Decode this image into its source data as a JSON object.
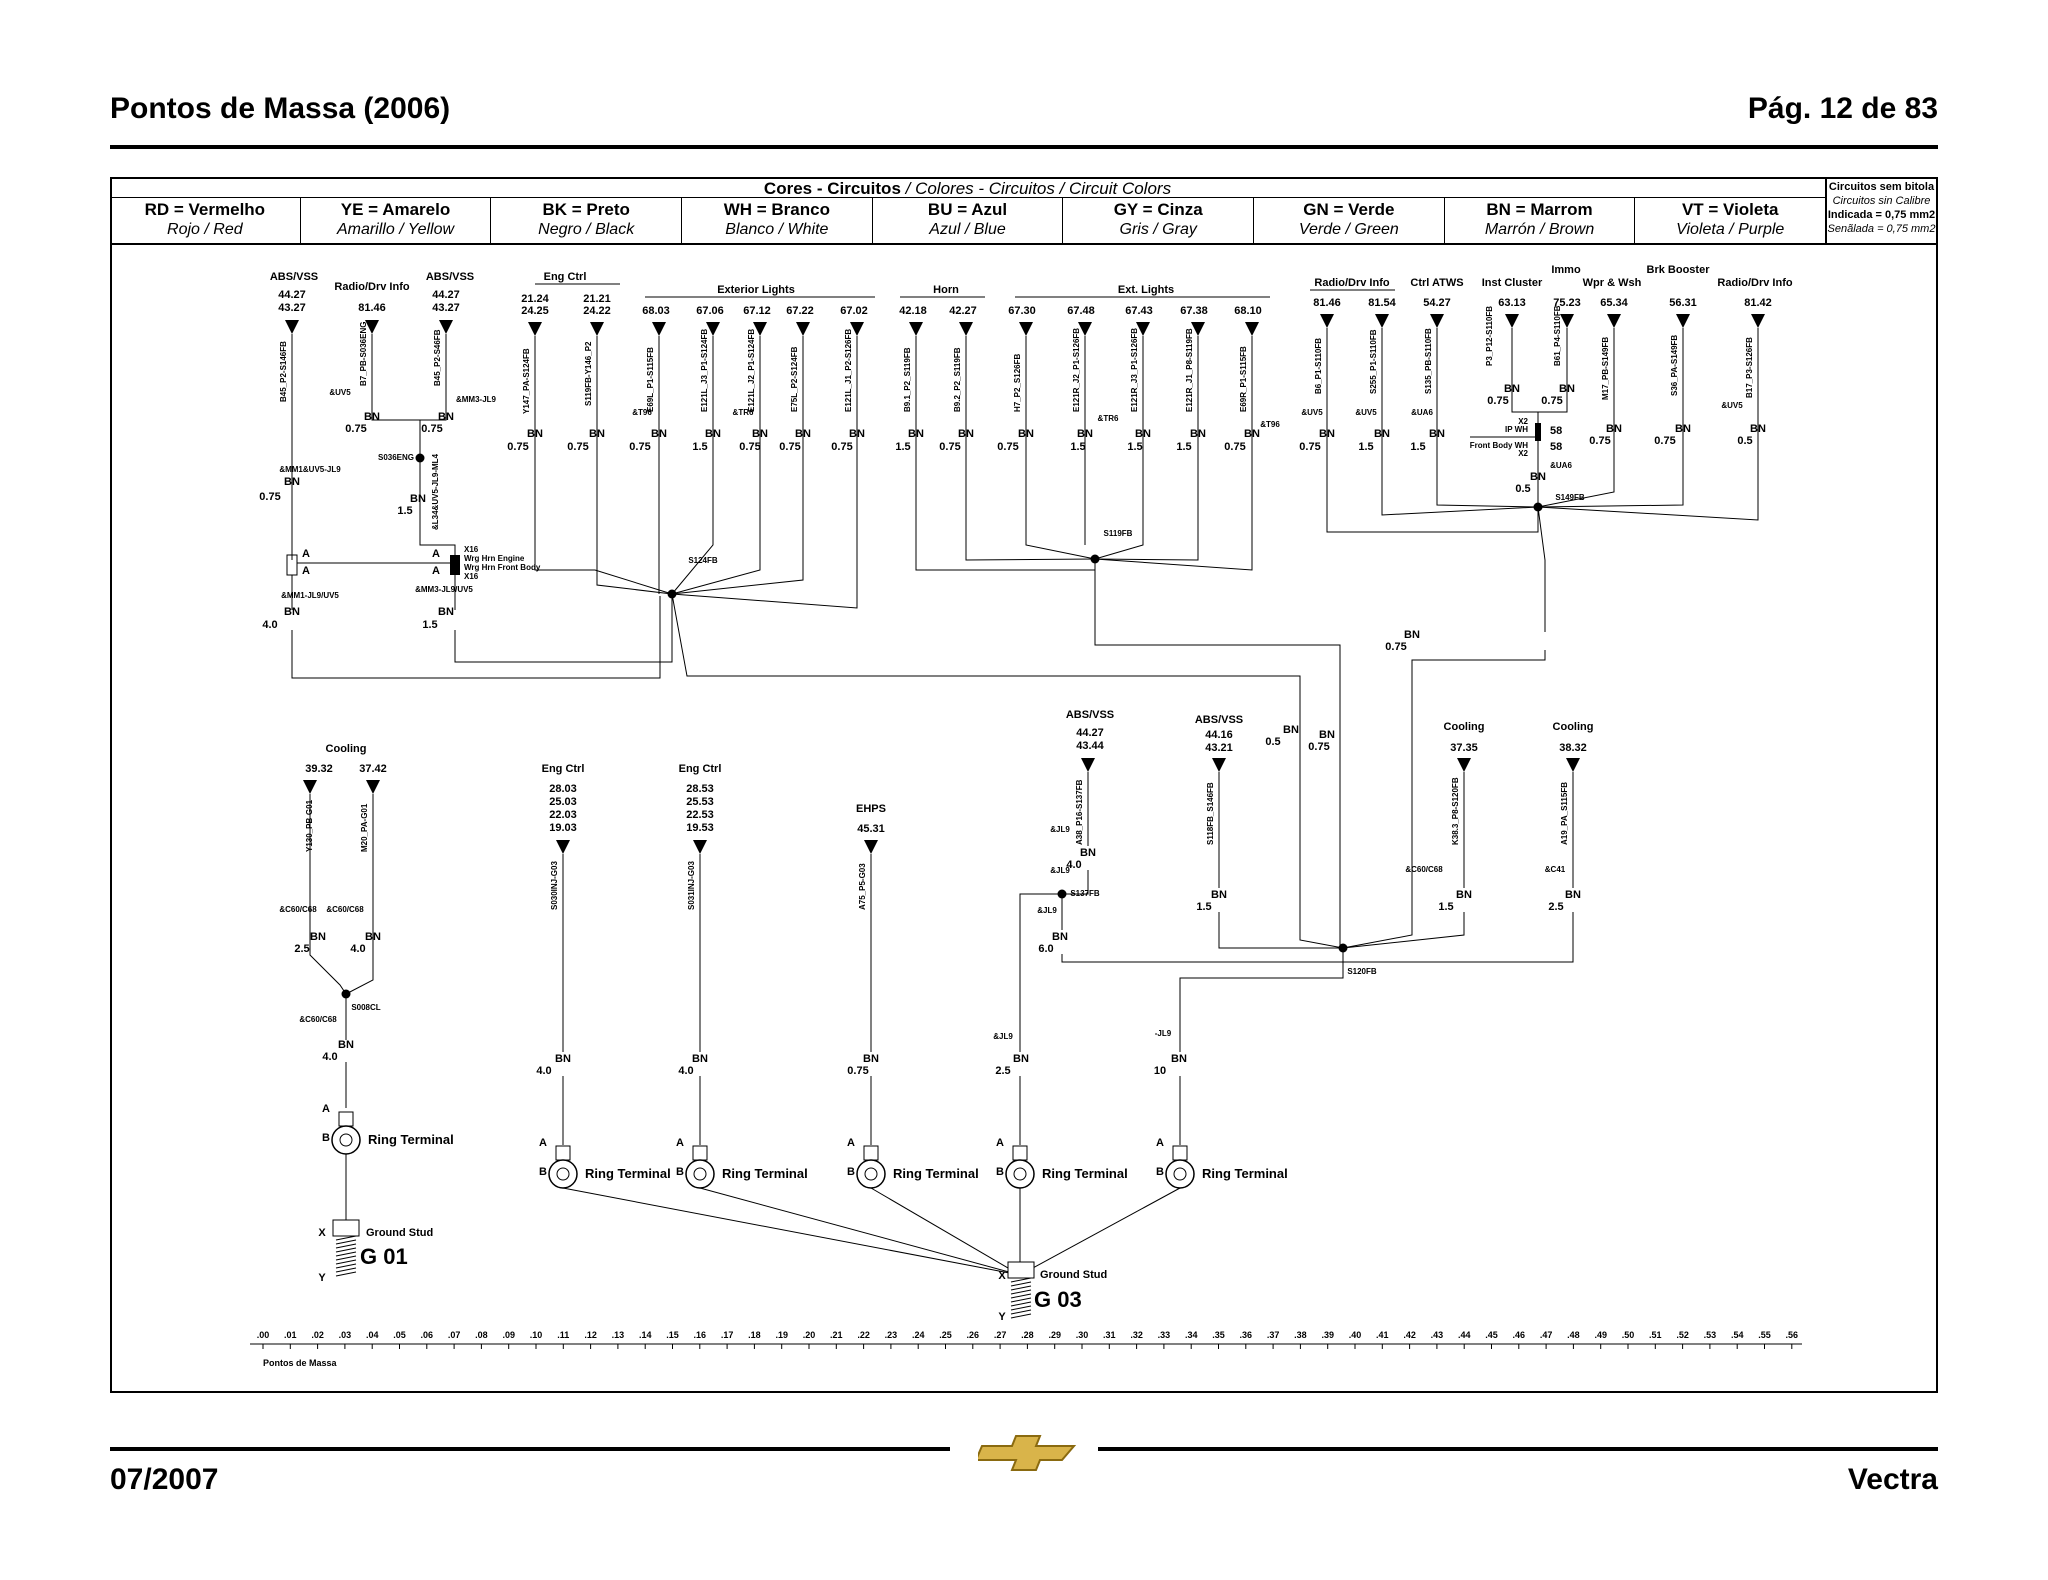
{
  "header": {
    "title": "Pontos de Massa (2006)",
    "page": "Pág. 12 de 83"
  },
  "footer": {
    "date": "07/2007",
    "model": "Vectra"
  },
  "legend": {
    "title_bold": "Cores - Circuitos",
    "title_rest": " / Colores - Circuitos / Circuit Colors",
    "colors": [
      {
        "code": "RD = Vermelho",
        "alt": "Rojo / Red"
      },
      {
        "code": "YE = Amarelo",
        "alt": "Amarillo / Yellow"
      },
      {
        "code": "BK = Preto",
        "alt": "Negro / Black"
      },
      {
        "code": "WH = Branco",
        "alt": "Blanco / White"
      },
      {
        "code": "BU = Azul",
        "alt": "Azul / Blue"
      },
      {
        "code": "GY = Cinza",
        "alt": "Gris / Gray"
      },
      {
        "code": "GN = Verde",
        "alt": "Verde / Green"
      },
      {
        "code": "BN = Marrom",
        "alt": "Marrón / Brown"
      },
      {
        "code": "VT = Violeta",
        "alt": "Violeta / Purple"
      }
    ],
    "calibre": [
      "Circuitos sem bitola",
      "Circuitos sin Calibre",
      "Indicada = 0,75 mm2",
      "Senãlada = 0,75 mm2"
    ]
  },
  "diagram": {
    "groups": [
      "ABS/VSS",
      "Radio/Drv Info",
      "ABS/VSS",
      "Eng Ctrl",
      "Exterior Lights",
      "Horn",
      "Ext. Lights",
      "Radio/Drv Info",
      "Ctrl ATWS",
      "Inst Cluster",
      "Immo",
      "Wpr & Wsh",
      "Brk Booster",
      "Radio/Drv Info",
      "Cooling",
      "Eng Ctrl",
      "Eng Ctrl",
      "EHPS",
      "ABS/VSS",
      "ABS/VSS",
      "Cooling",
      "Cooling"
    ],
    "refs": [
      "44.27",
      "43.27",
      "81.46",
      "44.27",
      "43.27",
      "21.24",
      "24.25",
      "21.21",
      "24.22",
      "68.03",
      "67.06",
      "67.12",
      "67.22",
      "67.02",
      "42.18",
      "42.27",
      "67.30",
      "67.48",
      "67.43",
      "67.38",
      "68.10",
      "81.46",
      "81.54",
      "54.27",
      "63.13",
      "75.23",
      "65.34",
      "56.31",
      "81.42",
      "39.32",
      "37.42",
      "28.03",
      "25.03",
      "22.03",
      "19.03",
      "28.53",
      "25.53",
      "22.53",
      "19.53",
      "45.31",
      "44.27",
      "43.44",
      "44.16",
      "43.21",
      "37.35",
      "38.32"
    ],
    "wires": [
      "B45_P2-S146FB",
      "B7_PB-S036ENG",
      "B45_P2-S46FB",
      "Y147_PA-S124FB",
      "S119FB-Y146_P2",
      "E69L_P1-S115FB",
      "E121L_J3_P1-S124FB",
      "E121L_J2_P1-S124FB",
      "E75L_P2-S124FB",
      "E121L_J1_P2-S126FB",
      "B9.1_P2_S119FB",
      "B9.2_P2_S119FB",
      "H7_P2_S126FB",
      "E121R_J2_P1-S126FB",
      "E121R_J3_P1-S126FB",
      "E121R_J1_P8-S119FB",
      "E69R_P1-S115FB",
      "B6_P1-S110FB",
      "S255_P1-S110FB",
      "S135_PB-S110FB",
      "P3_P12-S110FB",
      "B61_P4-S110FB",
      "M17_PB-S149FB",
      "S36_PA-S149FB",
      "B17_P3-S126FB",
      "Y130_PB-G01",
      "M20_PA-G01",
      "S030INJ-G03",
      "S031INJ-G03",
      "A75_P5-G03",
      "A38_P16-S137FB",
      "S118FB_S146FB",
      "K38.3_P8-S120FB",
      "A19_PA_S115FB",
      "&L34&UV5-JL9-ML4"
    ],
    "options": [
      "&UV5",
      "&MM3-JL9",
      "&T96",
      "&TR6",
      "&TR6",
      "&T96",
      "&UV5",
      "&UV5",
      "&UA6",
      "&UA6",
      "&UV5",
      "&MM1&UV5-JL9",
      "&MM1-JL9/UV5",
      "&MM3-JL9/UV5",
      "&C60/C68",
      "&C60/C68",
      "&C60/C68",
      "&JL9",
      "&JL9",
      "&JL9",
      "&C60/C68",
      "&C41",
      "&JL9",
      "-JL9"
    ],
    "splices": [
      "S036ENG",
      "S124FB",
      "S119FB",
      "S149FB",
      "S137FB",
      "S120FB",
      "S008CL"
    ],
    "wire_color": "BN",
    "gauges": [
      "0.75",
      "0.75",
      "0.75",
      "0.75",
      "0.75",
      "0.75",
      "1.5",
      "0.75",
      "0.75",
      "0.75",
      "1.5",
      "0.75",
      "0.75",
      "1.5",
      "1.5",
      "1.5",
      "0.75",
      "0.75",
      "1.5",
      "1.5",
      "0.75",
      "0.75",
      "0.75",
      "0.75",
      "0.5",
      "0.5",
      "1.5",
      "0.75",
      "0.5",
      "0.75",
      "1.5",
      "2.5",
      "2.5",
      "4.0",
      "4.0",
      "6.0",
      "4.0",
      "1.5",
      "4.0",
      "1.5",
      "4.0",
      "4.0",
      "0.75",
      "2.5",
      "10",
      "10.0",
      "6.0"
    ],
    "connector_labels": {
      "x16a": "X16",
      "x16b": "X16",
      "wrg_engine": "Wrg Hrn Engine",
      "wrg_front": "Wrg Hrn Front Body",
      "x2a": "X2",
      "x2b": "X2",
      "ip_wh": "IP WH",
      "front_body_wh": "Front Body WH",
      "pin58a": "58",
      "pin58b": "58",
      "pinA": "A"
    },
    "terminal_label": "Ring Terminal",
    "terminal_pins": [
      "A",
      "B"
    ],
    "ground_stud_label": "Ground Stud",
    "grounds": [
      "G 01",
      "G 03"
    ],
    "stud_pins": [
      "X",
      "Y"
    ],
    "scale": [
      ".00",
      ".01",
      ".02",
      ".03",
      ".04",
      ".05",
      ".06",
      ".07",
      ".08",
      ".09",
      ".10",
      ".11",
      ".12",
      ".13",
      ".14",
      ".15",
      ".16",
      ".17",
      ".18",
      ".19",
      ".20",
      ".21",
      ".22",
      ".23",
      ".24",
      ".25",
      ".26",
      ".27",
      ".28",
      ".29",
      ".30",
      ".31",
      ".32",
      ".33",
      ".34",
      ".35",
      ".36",
      ".37",
      ".38",
      ".39",
      ".40",
      ".41",
      ".42",
      ".43",
      ".44",
      ".45",
      ".46",
      ".47",
      ".48",
      ".49",
      ".50",
      ".51",
      ".52",
      ".53",
      ".54",
      ".55",
      ".56"
    ],
    "scale_label": "Pontos de Massa"
  }
}
